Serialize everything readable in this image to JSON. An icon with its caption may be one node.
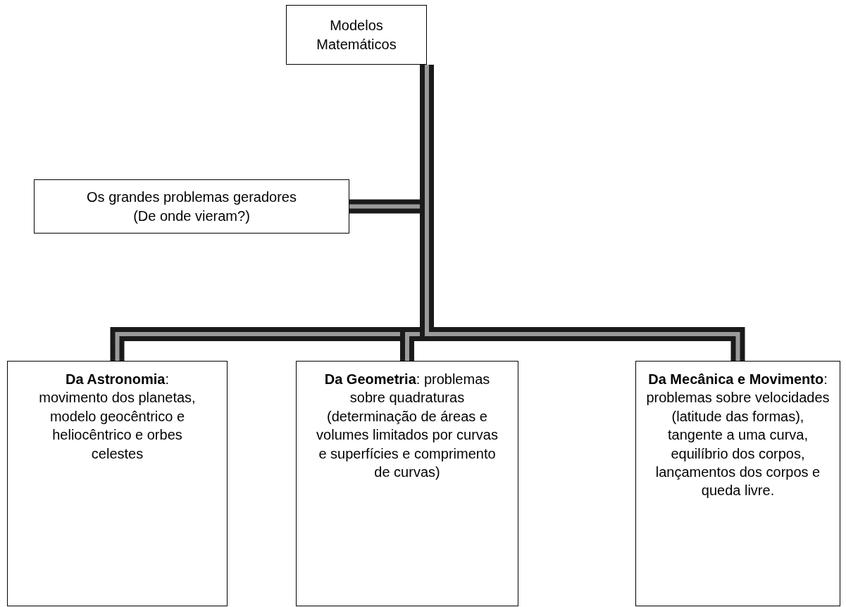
{
  "diagram": {
    "nodes": [
      {
        "text": [
          "Modelos Matemáticos"
        ]
      },
      {
        "text": [
          "Os grandes problemas geradores (De onde vieram?)"
        ]
      },
      {
        "text": [
          "**Da Astronomia**: movimento dos planetas, modelo geocêntrico e heliocêntrico e orbes celestes"
        ]
      },
      {
        "text": [
          "**Da Geometria**: problemas sobre quadraturas (determinação de áreas e volumes limitados por curvas e superfícies e comprimento de curvas)"
        ]
      },
      {
        "text": [
          "**Da Mecânica e Movimento**: problemas sobre velocidades (latitude das formas), tangente a uma curva, equilíbrio dos corpos, lançamentos dos corpos e queda livre."
        ]
      }
    ],
    "edges": [
      {
        "from": 0,
        "to": 1,
        "arrow": "none"
      },
      {
        "from": 0,
        "to": 2,
        "arrow": "none"
      },
      {
        "from": 0,
        "to": 3,
        "arrow": "none"
      },
      {
        "from": 0,
        "to": 4,
        "arrow": "none"
      }
    ]
  }
}
